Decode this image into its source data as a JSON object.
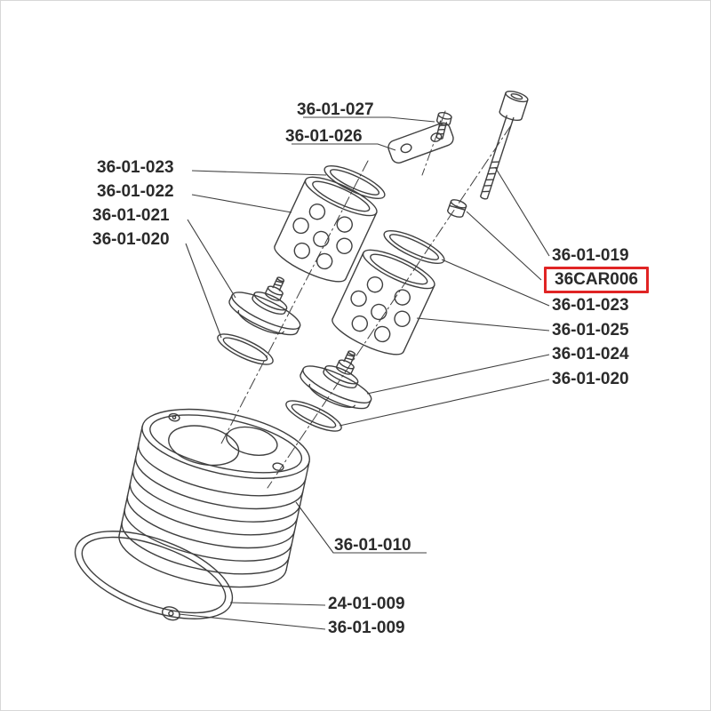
{
  "colors": {
    "background": "#ffffff",
    "line": "#3f3f3f",
    "label_text": "#2b2b2b",
    "highlight": "#e02424"
  },
  "diagram_type": "exploded-parts-diagram",
  "labels": [
    {
      "text": "36-01-027",
      "highlighted": false
    },
    {
      "text": "36-01-026",
      "highlighted": false
    },
    {
      "text": "36-01-023",
      "highlighted": false
    },
    {
      "text": "36-01-022",
      "highlighted": false
    },
    {
      "text": "36-01-021",
      "highlighted": false
    },
    {
      "text": "36-01-020",
      "highlighted": false
    },
    {
      "text": "36-01-019",
      "highlighted": false
    },
    {
      "text": "36CAR006",
      "highlighted": true
    },
    {
      "text": "36-01-023",
      "highlighted": false
    },
    {
      "text": "36-01-025",
      "highlighted": false
    },
    {
      "text": "36-01-024",
      "highlighted": false
    },
    {
      "text": "36-01-020",
      "highlighted": false
    },
    {
      "text": "36-01-010",
      "highlighted": false
    },
    {
      "text": "24-01-009",
      "highlighted": false
    },
    {
      "text": "36-01-009",
      "highlighted": false
    }
  ]
}
